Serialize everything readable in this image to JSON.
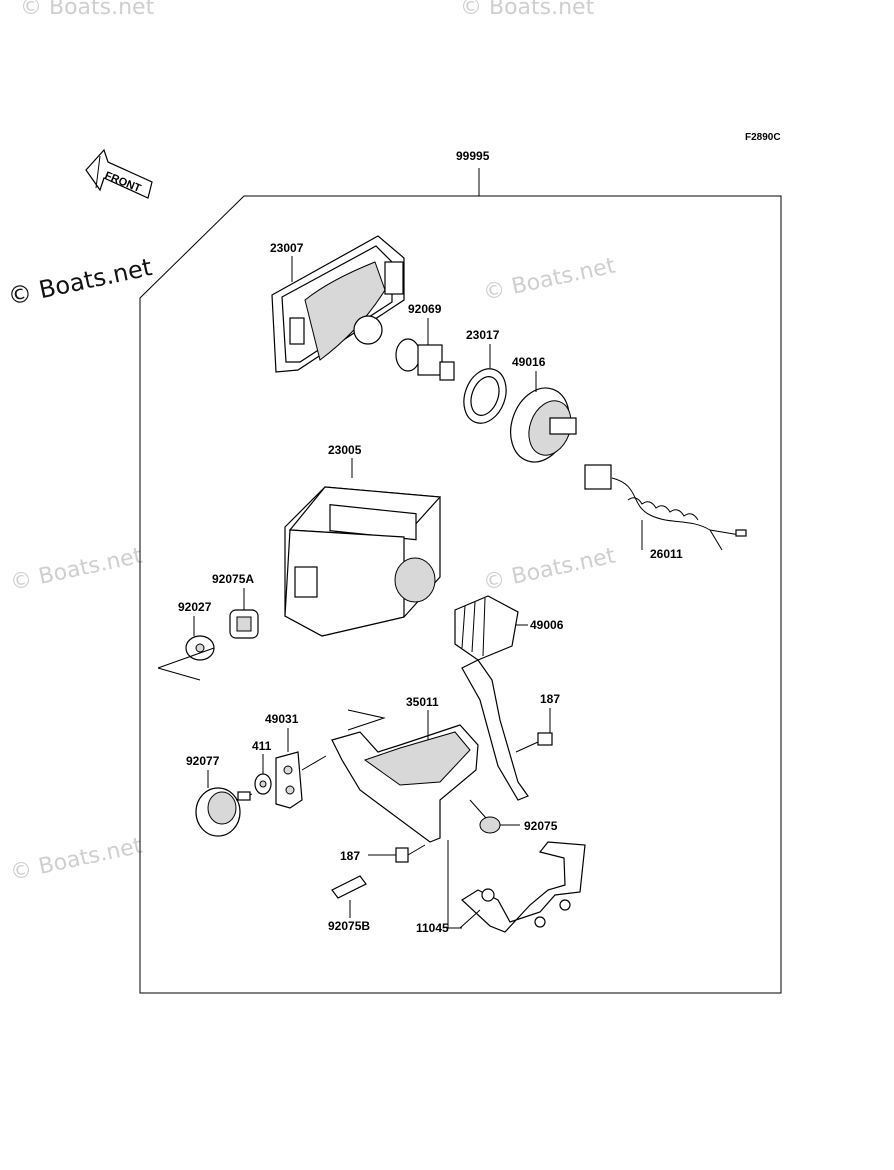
{
  "figure_code": "F2890C",
  "assembly_number": "99995",
  "front_indicator": "FRONT",
  "watermarks": [
    "© Boats.net",
    "© Boats.net",
    "© Boats.net",
    "© Boats.net",
    "© Boats.net",
    "© Boats.net",
    "© Boats.net"
  ],
  "part_labels": {
    "p23007": "23007",
    "p92069": "92069",
    "p23017": "23017",
    "p49016": "49016",
    "p23005": "23005",
    "p26011": "26011",
    "p92075A": "92075A",
    "p92027": "92027",
    "p49006": "49006",
    "p35011": "35011",
    "p187a": "187",
    "p49031": "49031",
    "p411": "411",
    "p92077": "92077",
    "p92075": "92075",
    "p187b": "187",
    "p92075B": "92075B",
    "p11045": "11045"
  }
}
